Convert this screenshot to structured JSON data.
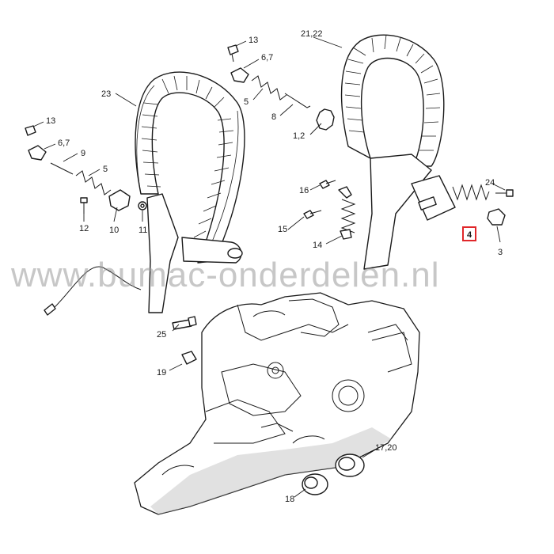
{
  "watermark": "www.bumac-onderdelen.nl",
  "highlight_color": "#e0272a",
  "highlighted_part": "4",
  "labels": {
    "l13a": "13",
    "l67a": "6,7",
    "l5a": "5",
    "l8": "8",
    "l2122": "21,22",
    "l12b": "1,2",
    "l23": "23",
    "l13b": "13",
    "l67b": "6,7",
    "l9": "9",
    "l5b": "5",
    "l12": "12",
    "l10": "10",
    "l11": "11",
    "l16": "16",
    "l15": "15",
    "l14": "14",
    "l24": "24",
    "l4": "4",
    "l3": "3",
    "l25": "25",
    "l19": "19",
    "l1720": "17,20",
    "l18": "18"
  }
}
